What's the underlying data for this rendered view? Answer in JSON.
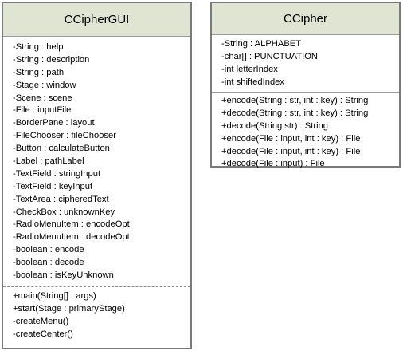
{
  "classes": {
    "gui": {
      "name": "CCipherGUI",
      "attributes": [
        "-String : help",
        "-String : description",
        "-String : path",
        "-Stage : window",
        "-Scene : scene",
        "-File : inputFile",
        "-BorderPane : layout",
        "-FileChooser : fileChooser",
        "-Button : calculateButton",
        "-Label : pathLabel",
        "-TextField : stringInput",
        "-TextField : keyInput",
        "-TextArea : cipheredText",
        "-CheckBox : unknownKey",
        "-RadioMenuItem : encodeOpt",
        "-RadioMenuItem : decodeOpt",
        "-boolean : encode",
        "-boolean : decode",
        "-boolean : isKeyUnknown"
      ],
      "operations": [
        "+main(String[] : args)",
        "+start(Stage : primaryStage)",
        "-createMenu()",
        "-createCenter()"
      ]
    },
    "cipher": {
      "name": "CCipher",
      "attributes": [
        "-String : ALPHABET",
        "-char[] : PUNCTUATION",
        "-int letterIndex",
        "-int shiftedIndex"
      ],
      "operations": [
        "+encode(String : str, int : key) : String",
        "+decode(String : str, int : key) : String",
        "+decode(String str) : String",
        "+encode(File : input, int : key) : File",
        "+decode(File : input, int : key) : File",
        "+decode(File : input) : File"
      ]
    }
  },
  "colors": {
    "header_fill": "#dfe5d2",
    "border": "#7a7a7a"
  }
}
